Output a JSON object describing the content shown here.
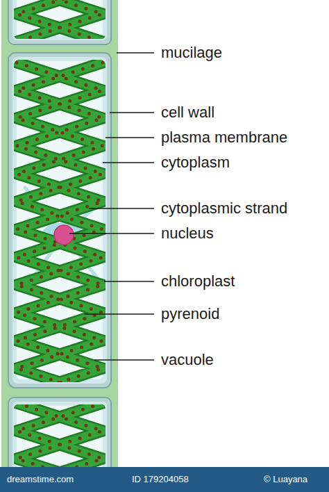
{
  "diagram": {
    "labels": [
      "mucilage",
      "cell wall",
      "plasma membrane",
      "cytoplasm",
      "cytoplasmic strand",
      "nucleus",
      "chloroplast",
      "pyrenoid",
      "vacuole",
      "dreamstime.com",
      "ID 179204058",
      "© Luayana"
    ]
  }
}
